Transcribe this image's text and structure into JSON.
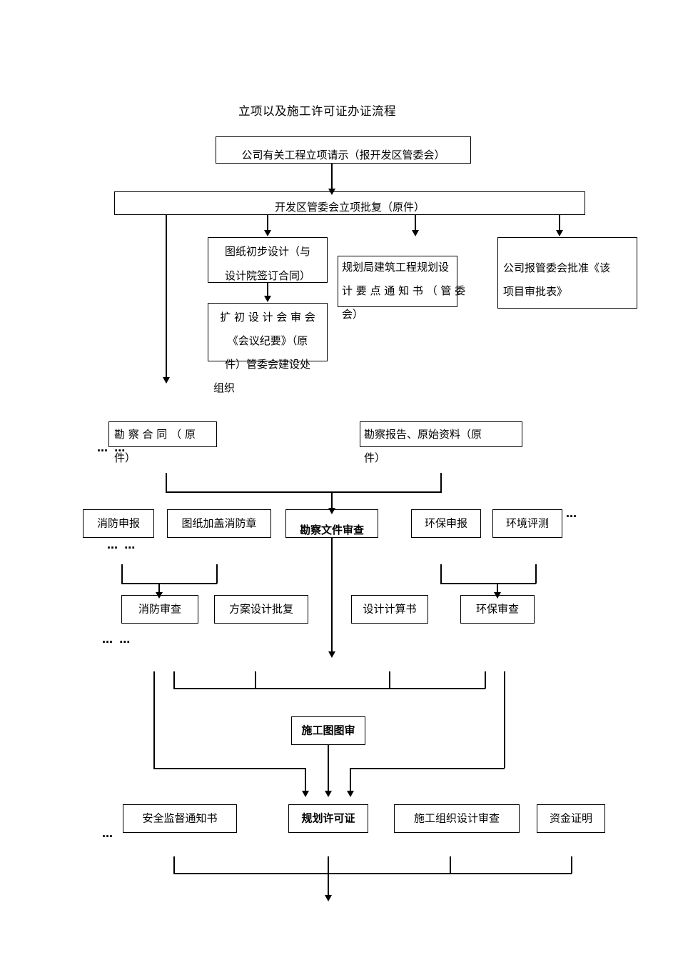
{
  "document": {
    "title": "立项以及施工许可证办证流程"
  },
  "nodes": {
    "n1": {
      "label": "公司有关工程立项请示（报开发区管委会）"
    },
    "n2": {
      "label": "开发区管委会立项批复（原件）"
    },
    "n3": {
      "label": "图纸初步设计（与设计院签订合同）"
    },
    "n4": {
      "label": "扩初设计会审会《会议纪要》（原件）管委会建设处组织"
    },
    "n5": {
      "label": "规划局建筑工程规划设计要点通知书（管委会）"
    },
    "n6": {
      "label": "公司报管委会批准《该项目审批表》"
    },
    "n7": {
      "label": "勘察合同（原件）"
    },
    "n8": {
      "label": "勘察报告、原始资料（原件）"
    },
    "n9": {
      "label": "消防申报"
    },
    "n10": {
      "label": "图纸加盖消防章"
    },
    "n11": {
      "label": "勘察文件审查"
    },
    "n12": {
      "label": "环保申报"
    },
    "n13": {
      "label": "环境评测"
    },
    "n14": {
      "label": "消防审查"
    },
    "n15": {
      "label": "方案设计批复"
    },
    "n16": {
      "label": "设计计算书"
    },
    "n17": {
      "label": "环保审查"
    },
    "n18": {
      "label": "施工图图审"
    },
    "n19": {
      "label": "安全监督通知书"
    },
    "n20": {
      "label": "规划许可证"
    },
    "n21": {
      "label": "施工组织设计审查"
    },
    "n22": {
      "label": "资金证明"
    }
  },
  "overflow_text": {
    "n3_line1": "图纸初步设计（与",
    "n3_line2": "设计院签订合同）",
    "n4_line1": "扩 初 设 计 会 审 会",
    "n4_line2": "《会议纪要》（原",
    "n4_line3": "件）管委会建设处",
    "n4_line4": "组织",
    "n5_line1": "规划局建筑工程规划设",
    "n5_line2": "计 要 点 通 知 书 （ 管 委",
    "n5_line3": "会）",
    "n6_line1": "公司报管委会批准《该",
    "n6_line2": "项目审批表》",
    "n7_line1": "勘 察 合 同 （ 原",
    "n7_line2": "件）",
    "n8_line1": "勘察报告、原始资料（原",
    "n8_line2": "件）"
  },
  "ellipses": {
    "e1": "…  …",
    "e2": "…  …",
    "e3": "…  …",
    "e4": "…",
    "e5": "…"
  },
  "chart_data": {
    "type": "diagram",
    "title": "立项以及施工许可证办证流程",
    "flow_stages": [
      {
        "stage": 1,
        "nodes": [
          "公司有关工程立项请示（报开发区管委会）"
        ]
      },
      {
        "stage": 2,
        "nodes": [
          "开发区管委会立项批复（原件）"
        ]
      },
      {
        "stage": 3,
        "nodes": [
          "图纸初步设计（与设计院签订合同）",
          "规划局建筑工程规划设计要点通知书（管委会）",
          "公司报管委会批准《该项目审批表》"
        ]
      },
      {
        "stage": 4,
        "nodes": [
          "扩初设计会审会《会议纪要》（原件）管委会建设处组织"
        ]
      },
      {
        "stage": 5,
        "nodes": [
          "勘察合同（原件）",
          "勘察报告、原始资料（原件）"
        ]
      },
      {
        "stage": 6,
        "nodes": [
          "消防申报",
          "图纸加盖消防章",
          "勘察文件审查",
          "环保申报",
          "环境评测"
        ]
      },
      {
        "stage": 7,
        "nodes": [
          "消防审查",
          "方案设计批复",
          "设计计算书",
          "环保审查"
        ]
      },
      {
        "stage": 8,
        "nodes": [
          "施工图图审"
        ]
      },
      {
        "stage": 9,
        "nodes": [
          "安全监督通知书",
          "规划许可证",
          "施工组织设计审查",
          "资金证明"
        ]
      }
    ],
    "emphasized_nodes": [
      "勘察文件审查",
      "施工图图审",
      "规划许可证"
    ]
  }
}
